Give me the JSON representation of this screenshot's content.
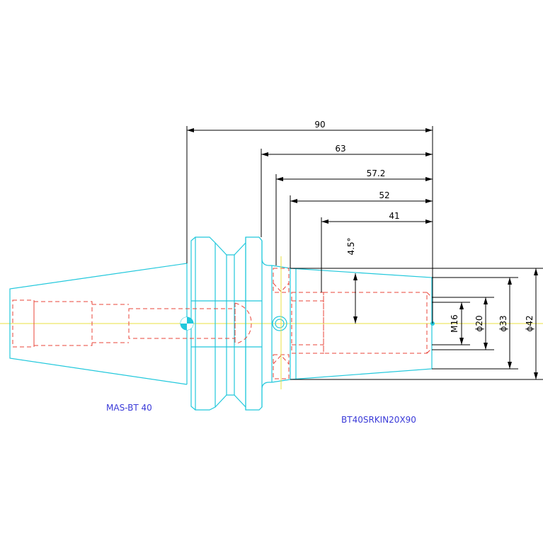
{
  "drawing": {
    "labels": {
      "holder_standard": "MAS-BT 40",
      "part_number": "BT40SRKIN20X90"
    },
    "dimensions": {
      "length_total": "90",
      "length_63": "63",
      "length_57_2": "57.2",
      "length_52": "52",
      "length_41": "41",
      "angle": "4.5°",
      "thread": "M16",
      "dia_20": "ϕ20",
      "dia_33": "ϕ33",
      "dia_42": "ϕ42"
    },
    "colors": {
      "outline": "#22c8dc",
      "hidden": "#e8443a",
      "centerline": "#e8e040",
      "dimension": "#000000",
      "label": "#3a3ad8"
    }
  }
}
